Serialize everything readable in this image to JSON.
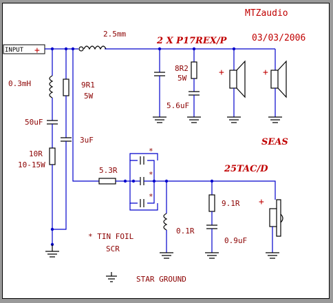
{
  "header": {
    "brand": "MTZaudio",
    "date": "03/03/2006"
  },
  "labels": {
    "input": "INPUT",
    "input_plus": "+",
    "series_inductor": "2.5mm",
    "woofer_title": "2 X P17REX/P",
    "tweeter_title": "25TAC/D",
    "brand_seas": "SEAS",
    "l_shunt": "0.3mH",
    "r_9r1": "9R1",
    "r_9r1_w": "5W",
    "c_50uf": "50uF",
    "c_3uf": "3uF",
    "r_10r": "10R",
    "r_10r_w": "10-15W",
    "r_8r2": "8R2",
    "r_8r2_w": "5W",
    "c_5_6uf": "5.6uF",
    "r_5_3r": "5.3R",
    "l_0_1r": "0.1R",
    "r_9_1r": "9.1R",
    "c_0_9uf": "0.9uF",
    "star": "*",
    "note_line1": "* TIN FOIL",
    "note_line2": "SCR",
    "star_ground": "STAR GROUND",
    "plus": "+"
  },
  "colors": {
    "wire": "#0000cc",
    "label": "#8b0000",
    "title": "#c00000"
  }
}
